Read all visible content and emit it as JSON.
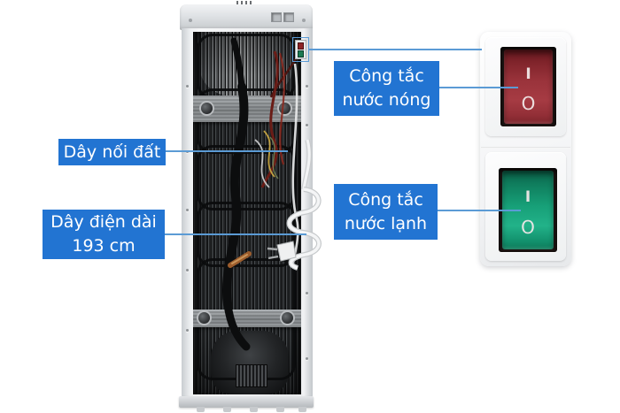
{
  "annotations": {
    "ground_wire": {
      "text": "Dây nối đất"
    },
    "power_cord": {
      "line1": "Dây điện dài",
      "line2": "193 cm"
    },
    "hot_switch": {
      "line1": "Công tắc",
      "line2": "nước nóng"
    },
    "cold_switch": {
      "line1": "Công tắc",
      "line2": "nước lạnh"
    }
  },
  "switches": {
    "hot": {
      "on_mark": "I",
      "off_mark": "O",
      "color": "#9b333b"
    },
    "cold": {
      "on_mark": "I",
      "off_mark": "O",
      "color": "#18a47e"
    }
  },
  "colors": {
    "label_background": "#2274d2",
    "label_text": "#ffffff",
    "leader_line": "#5b9bd5"
  }
}
